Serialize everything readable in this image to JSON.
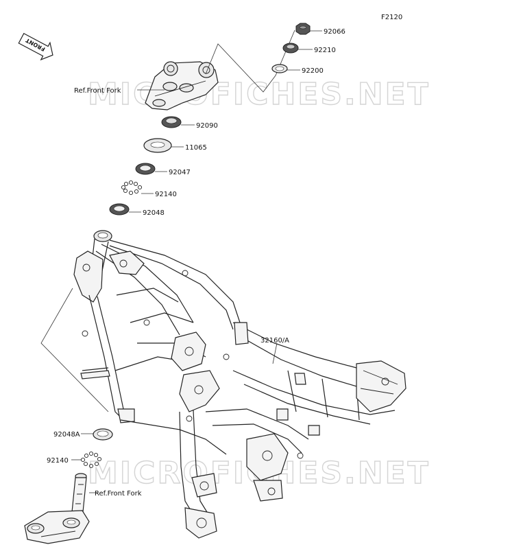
{
  "figure_code": "F2120",
  "direction_badge": "FRONT",
  "watermark": "MICROFICHES.NET",
  "labels": {
    "p92066": "92066",
    "p92210": "92210",
    "p92200": "92200",
    "ref_fork_top": "Ref.Front Fork",
    "p92090": "92090",
    "p11065": "11065",
    "p92047": "92047",
    "p92140_top": "92140",
    "p92048": "92048",
    "p32160": "32160/A",
    "p92048a": "92048A",
    "p92140_bottom": "92140",
    "ref_fork_bottom": "Ref.Front Fork"
  }
}
